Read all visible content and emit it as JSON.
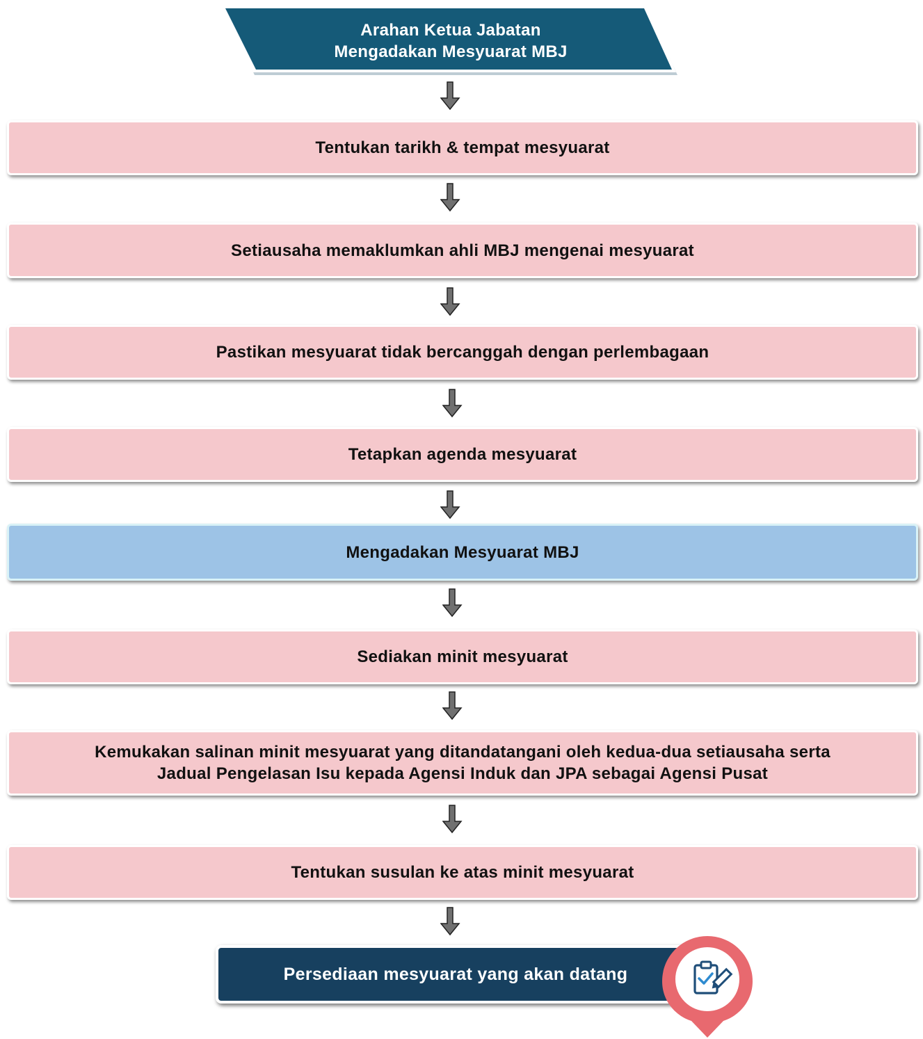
{
  "start": {
    "line1": "Arahan Ketua Jabatan",
    "line2": "Mengadakan Mesyuarat MBJ"
  },
  "steps": [
    {
      "text": "Tentukan tarikh & tempat mesyuarat"
    },
    {
      "text": "Setiausaha memaklumkan ahli MBJ mengenai mesyuarat"
    },
    {
      "text": "Pastikan mesyuarat tidak bercanggah dengan perlembagaan"
    },
    {
      "text": "Tetapkan agenda mesyuarat"
    },
    {
      "text": "Mengadakan Mesyuarat MBJ"
    },
    {
      "text": "Sediakan minit mesyuarat"
    },
    {
      "line1": "Kemukakan salinan minit mesyuarat yang ditandatangani oleh kedua-dua setiausaha serta",
      "line2": "Jadual Pengelasan Isu kepada Agensi Induk dan JPA sebagai Agensi Pusat"
    },
    {
      "text": "Tentukan susulan ke atas minit mesyuarat"
    }
  ],
  "end": {
    "text": "Persediaan mesyuarat yang akan datang"
  },
  "icons": {
    "end_badge": "clipboard-check-icon",
    "connector": "down-arrow-icon"
  },
  "colors": {
    "start_fill": "#155a78",
    "step_fill": "#f5c8cc",
    "highlight_fill": "#9dc3e6",
    "end_fill": "#17405f",
    "pin_fill": "#e8696f",
    "arrow_fill": "#707070"
  }
}
